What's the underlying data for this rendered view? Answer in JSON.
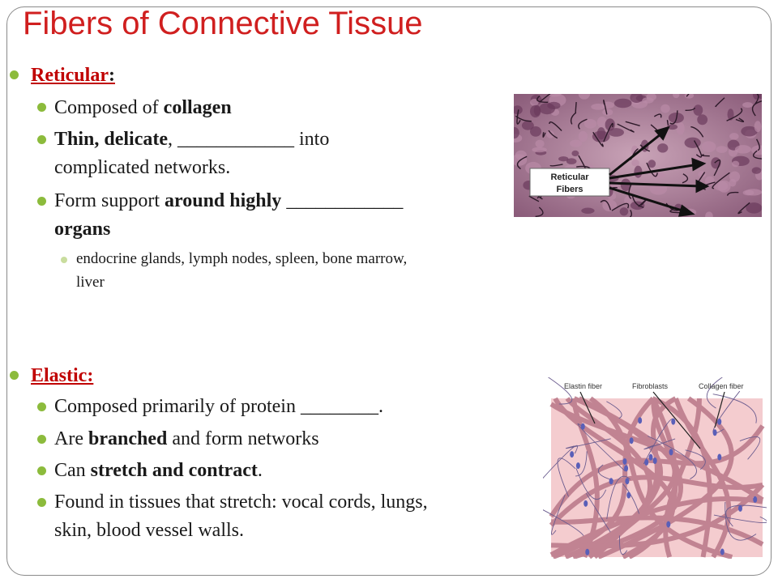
{
  "title": "Fibers of Connective Tissue",
  "reticular": {
    "heading": "Reticular",
    "heading_colon": ":",
    "b1": {
      "t1": "Composed of ",
      "b": "collagen"
    },
    "b2": {
      "b": "Thin, delicate",
      "t1": ", ",
      "blank": "____________",
      "t2": " into",
      "line2": "complicated networks."
    },
    "b3": {
      "t1": "Form support ",
      "b": "around highly",
      "t2": " ",
      "blank": "____________",
      "line2b": "organs"
    },
    "b4": {
      "line1": "endocrine glands, lymph nodes, spleen, bone marrow,",
      "line2": "liver"
    }
  },
  "elastic": {
    "heading": "Elastic:",
    "b1": {
      "t1": "Composed primarily of protein ",
      "blank": "________",
      "t2": "."
    },
    "b2": {
      "t1": "Are ",
      "b": "branched",
      "t2": " and form networks"
    },
    "b3": {
      "t1": "Can ",
      "b": "stretch and contract",
      "t2": "."
    },
    "b4": {
      "line1": "Found in tissues that stretch: vocal cords, lungs,",
      "line2": "skin, blood vessel walls."
    }
  },
  "reticular_image": {
    "label_line1": "Reticular",
    "label_line2": "Fibers"
  },
  "elastic_image": {
    "label_elastin": "Elastin fiber",
    "label_fibroblasts": "Fibroblasts",
    "label_collagen": "Collagen fiber"
  },
  "colors": {
    "title": "#d01f1f",
    "heading": "#c00000",
    "bullet": "#8cbb3c",
    "tissue_bg": "#f4cccf",
    "stain": "#7a4a6e"
  }
}
